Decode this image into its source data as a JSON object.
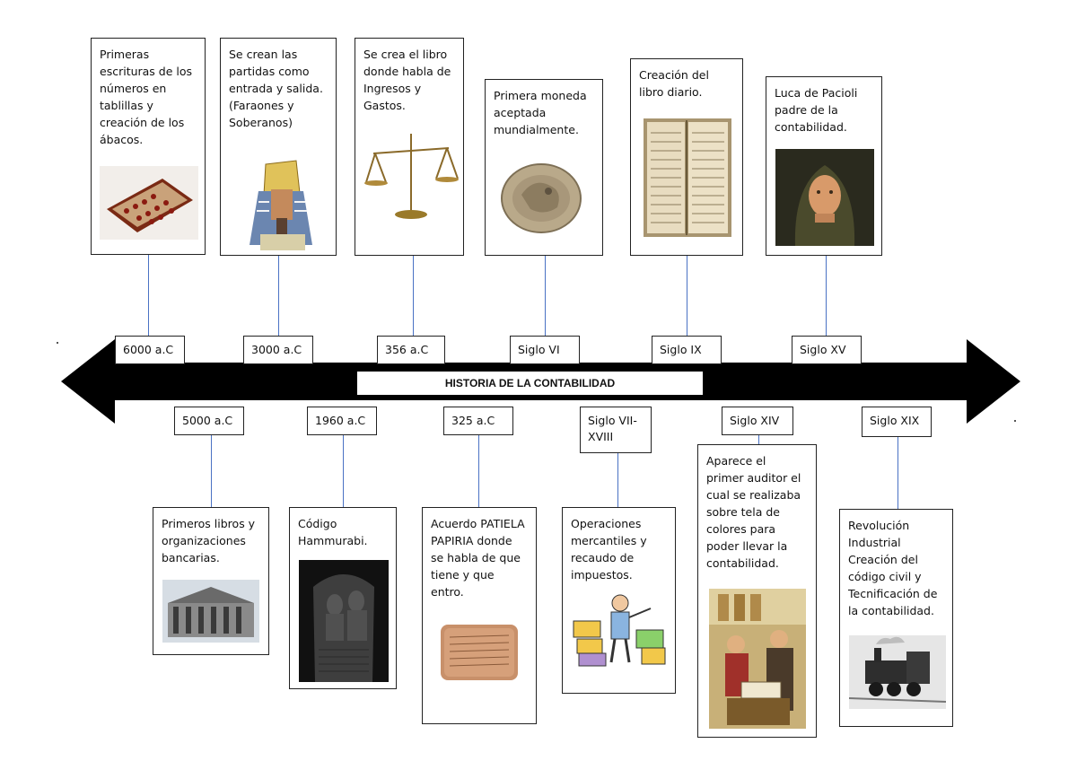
{
  "title": "HISTORIA DE LA CONTABILIDAD",
  "top_events": [
    {
      "date": "6000 a.C",
      "text": "Primeras\nescrituras de los\nnúmeros en\ntablillas y\ncreación de los\nábacos.",
      "image": "abacus"
    },
    {
      "date": "3000 a.C",
      "text": "Se crean las\npartidas como\nentrada y salida.\n(Faraones y\nSoberanos)",
      "image": "pharaoh"
    },
    {
      "date": "356 a.C",
      "text": "Se crea el libro\ndonde habla de\nIngresos y\nGastos.",
      "image": "scale"
    },
    {
      "date": "Siglo VI",
      "text": "Primera moneda\naceptada\nmundialmente.",
      "image": "coin"
    },
    {
      "date": "Siglo IX",
      "text": "Creación del\nlibro diario.",
      "image": "book"
    },
    {
      "date": "Siglo XV",
      "text": "Luca de Pacioli\npadre de la\ncontabilidad.",
      "image": "portrait"
    }
  ],
  "bottom_events": [
    {
      "date": "5000 a.C",
      "text": "Primeros libros y\norganizaciones\nbancarias.",
      "image": "bank"
    },
    {
      "date": "1960 a.C",
      "text": "Código\nHammurabi.",
      "image": "stele"
    },
    {
      "date": "325 a.C",
      "text": "Acuerdo PATIELA\nPAPIRIA donde\nse habla de que\ntiene y que\nentro.",
      "image": "tablet"
    },
    {
      "date": "Siglo VII-\nXVIII",
      "text": "Operaciones\nmercantiles y\nrecaudo de\nimpuestos.",
      "image": "merchant"
    },
    {
      "date": "Siglo XIV",
      "text": "Aparece el\nprimer auditor el\ncual se realizaba\nsobre tela de\ncolores para\npoder llevar la\ncontabilidad.",
      "image": "auditor"
    },
    {
      "date": "Siglo XIX",
      "text": "Revolución\nIndustrial\nCreación del\ncódigo civil y\nTecnificación de\nla contabilidad.",
      "image": "train"
    }
  ]
}
